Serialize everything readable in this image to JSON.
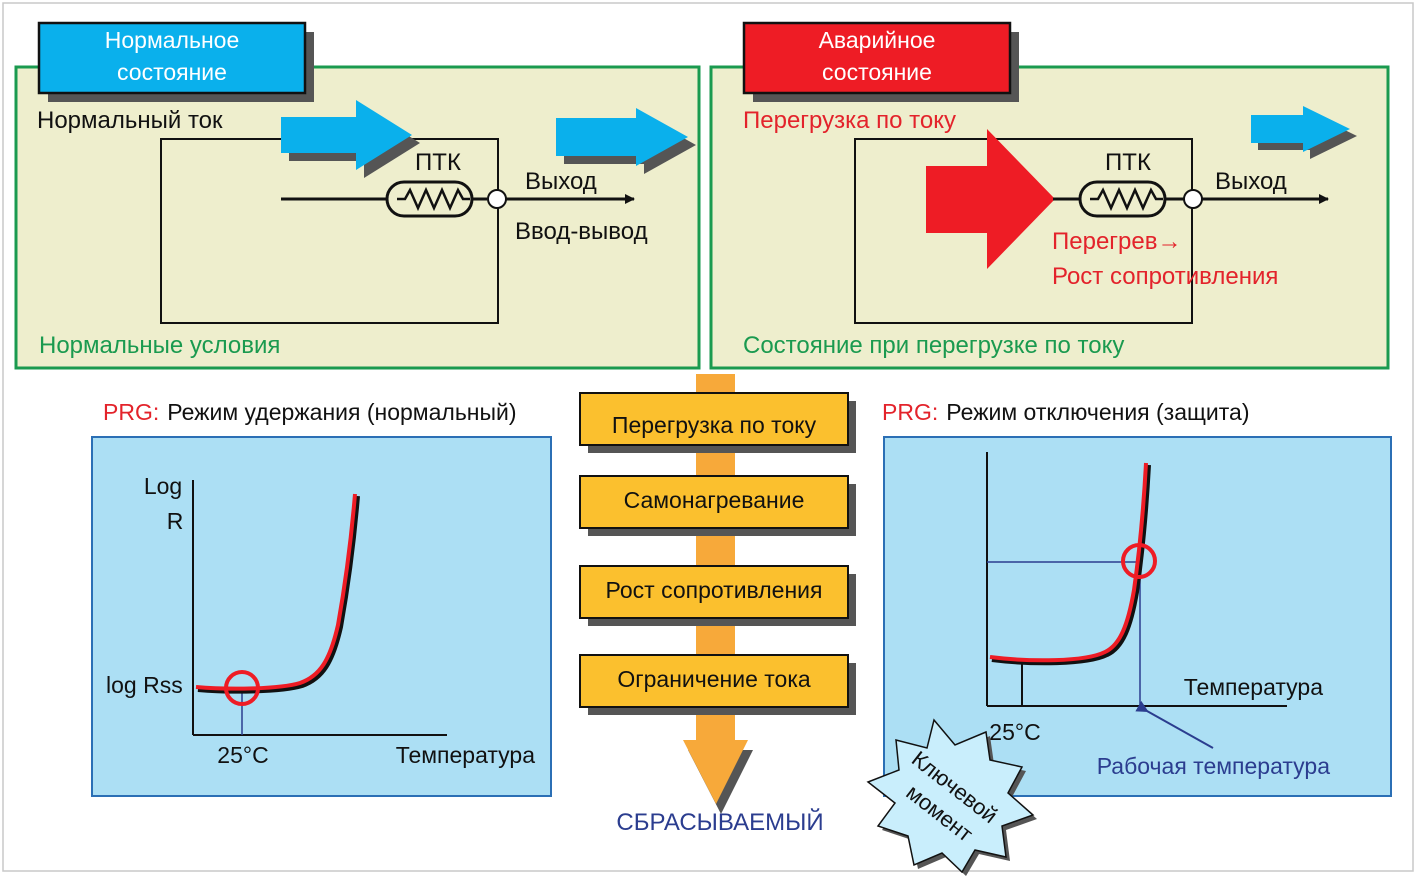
{
  "colors": {
    "panel_bg": "#eeeecd",
    "panel_border": "#1a9a4f",
    "graph_bg": "#acdff4",
    "graph_border": "#2b6fb5",
    "normal_accent": "#0ab0ec",
    "alarm_accent": "#ee1c25",
    "step_bg": "#fbc02e",
    "flow_arrow": "#f7a93a",
    "green_text": "#1a9a4f",
    "red_text": "#e3232b",
    "navy_text": "#2b3d8f",
    "star_bg": "#c9eefc"
  },
  "icons": [
    "ptc-resistor-icon",
    "flow-arrow-icon",
    "star-burst-icon"
  ],
  "normal_panel": {
    "tab_line1": "Нормальное",
    "tab_line2": "состояние",
    "current_label": "Нормальный ток",
    "ptc_label": "ПТК",
    "output_label": "Выход",
    "io_label": "Ввод-вывод",
    "conditions_label": "Нормальные условия"
  },
  "alarm_panel": {
    "tab_line1": "Аварийное",
    "tab_line2": "состояние",
    "overload_label": "Перегрузка по току",
    "ptc_label": "ПТК",
    "output_label": "Выход",
    "overheat_line1": "Перегрев→",
    "overheat_line2": "Рост сопротивления",
    "conditions_label": "Состояние при перегрузке по току"
  },
  "flow": {
    "steps": [
      "Перегрузка по току",
      "Самонагревание",
      "Рост сопротивления",
      "Ограничение тока"
    ],
    "result": "СБРАСЫВАЕМЫЙ"
  },
  "hold_graph": {
    "prefix": "PRG:",
    "title": "Режим удержания (нормальный)",
    "y_label_line1": "Log",
    "y_label_line2": "R",
    "y_marker": "log Rss",
    "x_marker": "25°C",
    "x_label": "Температура"
  },
  "trip_graph": {
    "prefix": "PRG:",
    "title": "Режим отключения (защита)",
    "x_label": "Температура",
    "x_marker": "25°C",
    "operating_temp_label": "Рабочая температура"
  },
  "key_point": {
    "line1": "Ключевой",
    "line2": "момент"
  }
}
